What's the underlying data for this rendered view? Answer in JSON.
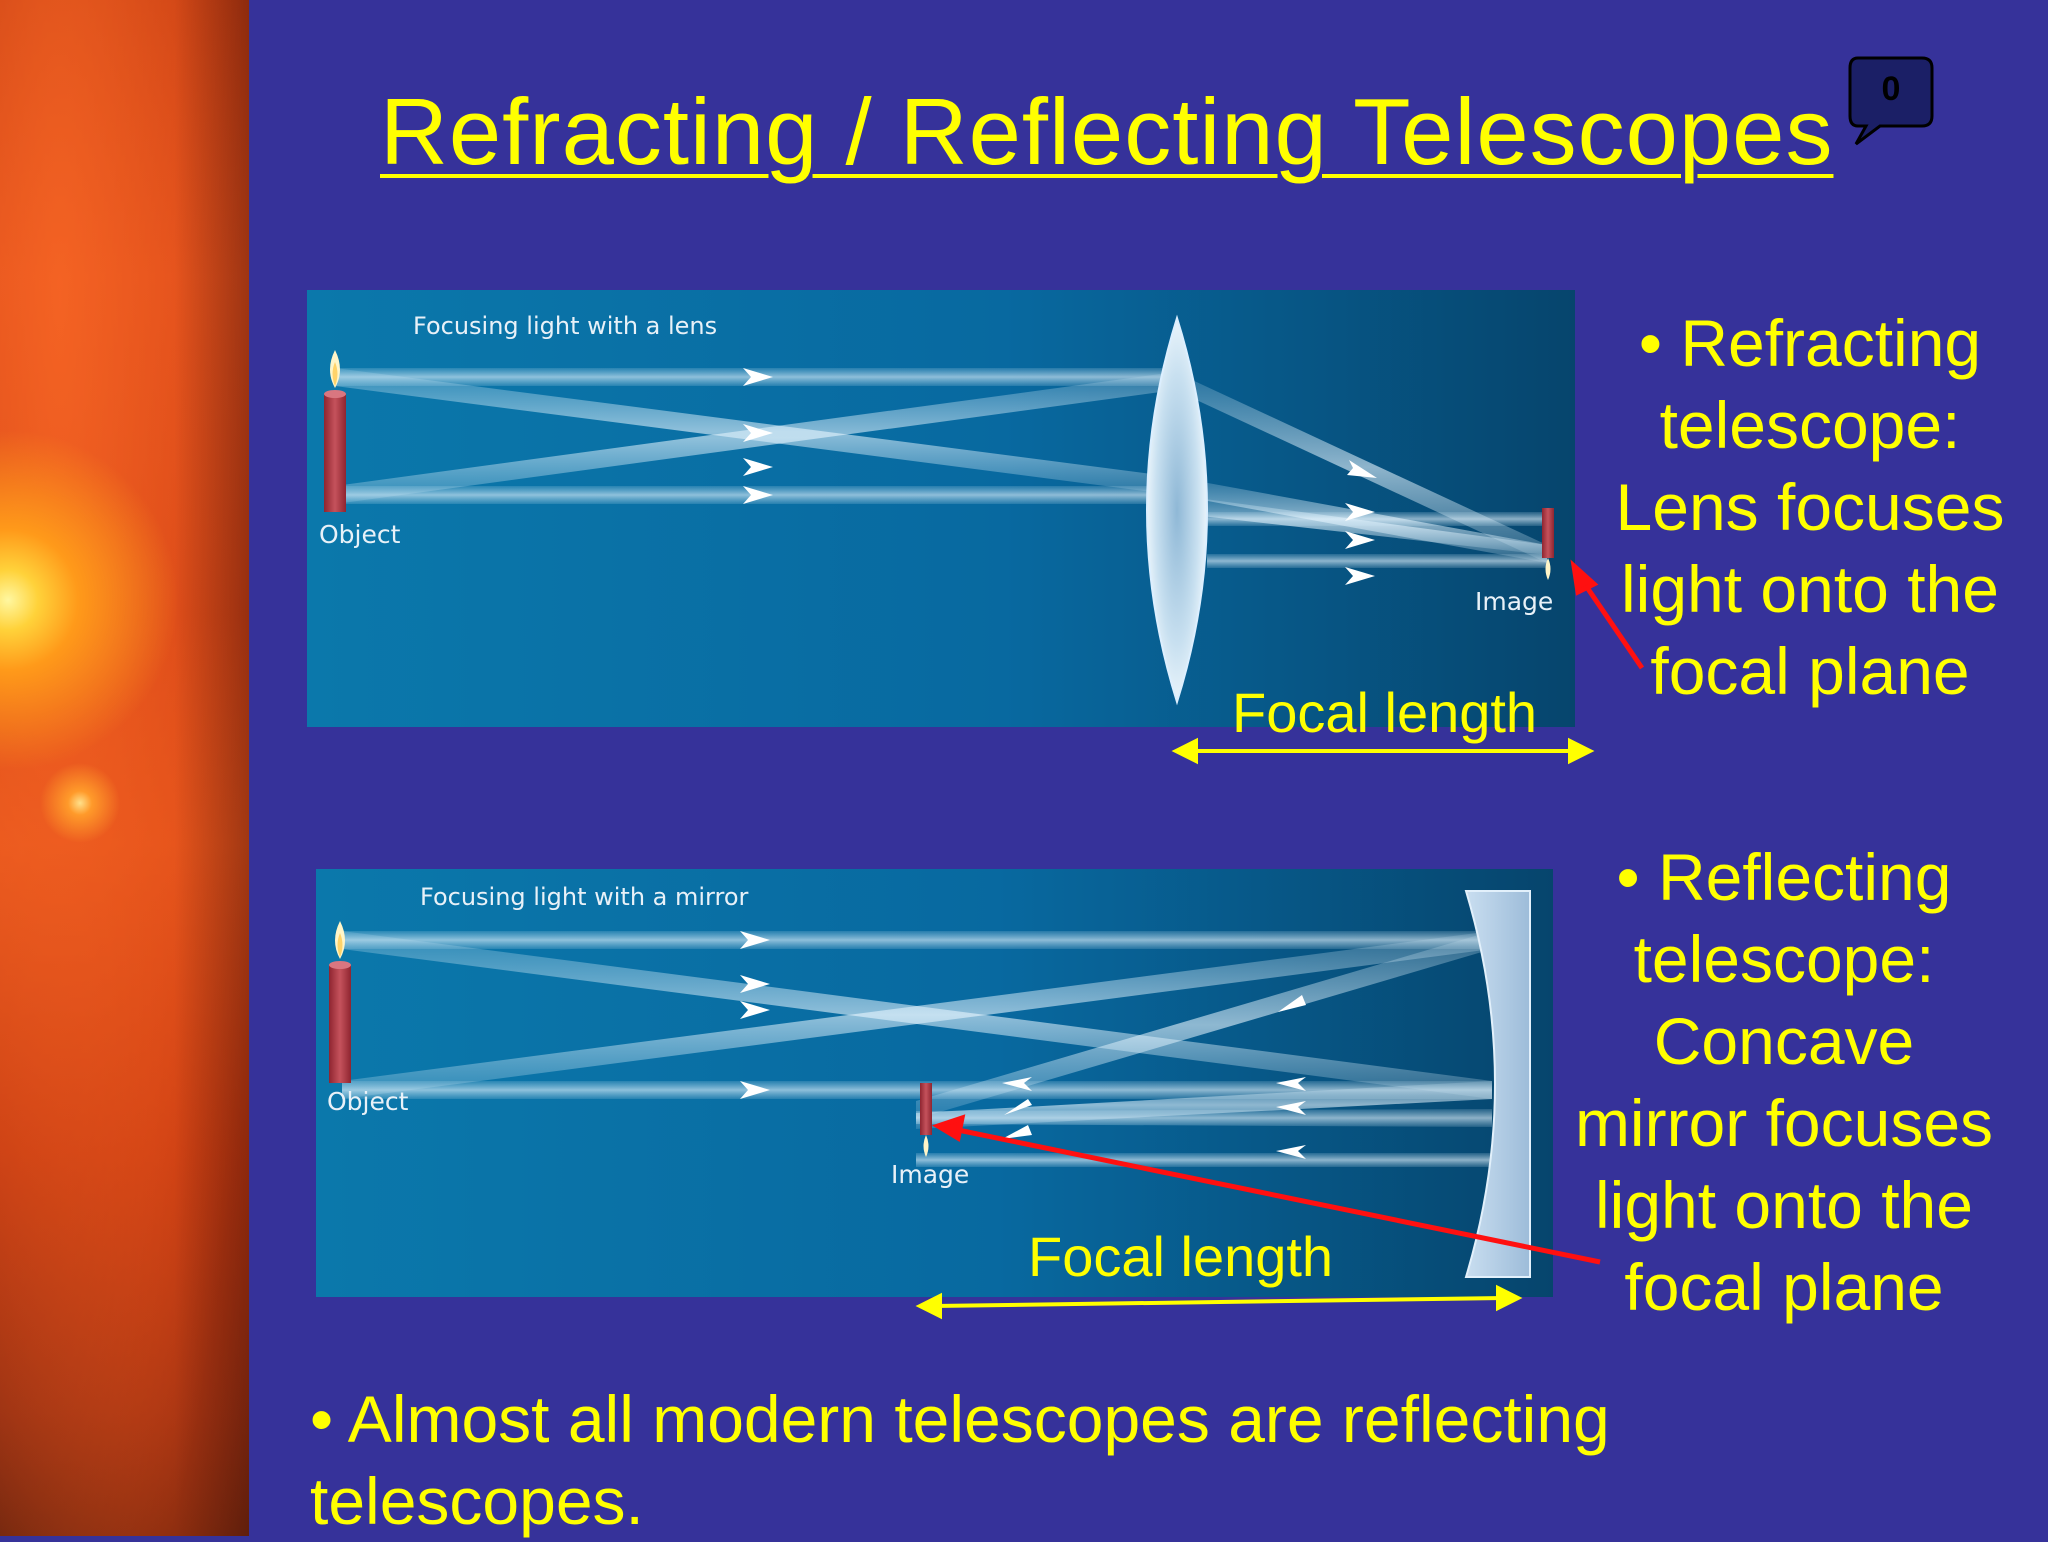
{
  "slide": {
    "title": "Refracting / Reflecting Telescopes",
    "comment_count": "0"
  },
  "refracting_diagram": {
    "caption": "Focusing light with a lens",
    "object_label": "Object",
    "image_label": "Image",
    "focal_label": "Focal length"
  },
  "reflecting_diagram": {
    "caption": "Focusing light with a mirror",
    "object_label": "Object",
    "image_label": "Image",
    "focal_label": "Focal length"
  },
  "refracting_bullet": {
    "lines": [
      "• Refracting",
      "telescope:",
      "Lens focuses",
      "light onto the",
      "focal plane"
    ]
  },
  "reflecting_bullet": {
    "lines": [
      "• Reflecting",
      "telescope:",
      "Concave",
      "mirror focuses",
      "light onto the",
      "focal plane"
    ]
  },
  "bottom_bullet": {
    "lines": [
      "• Almost all modern telescopes are reflecting",
      "telescopes."
    ]
  },
  "colors": {
    "slide_background": "#36329a",
    "text_highlight": "#ffff00",
    "annotation_arrow": "#ff1010",
    "diagram_blue": "#0a72a6"
  }
}
